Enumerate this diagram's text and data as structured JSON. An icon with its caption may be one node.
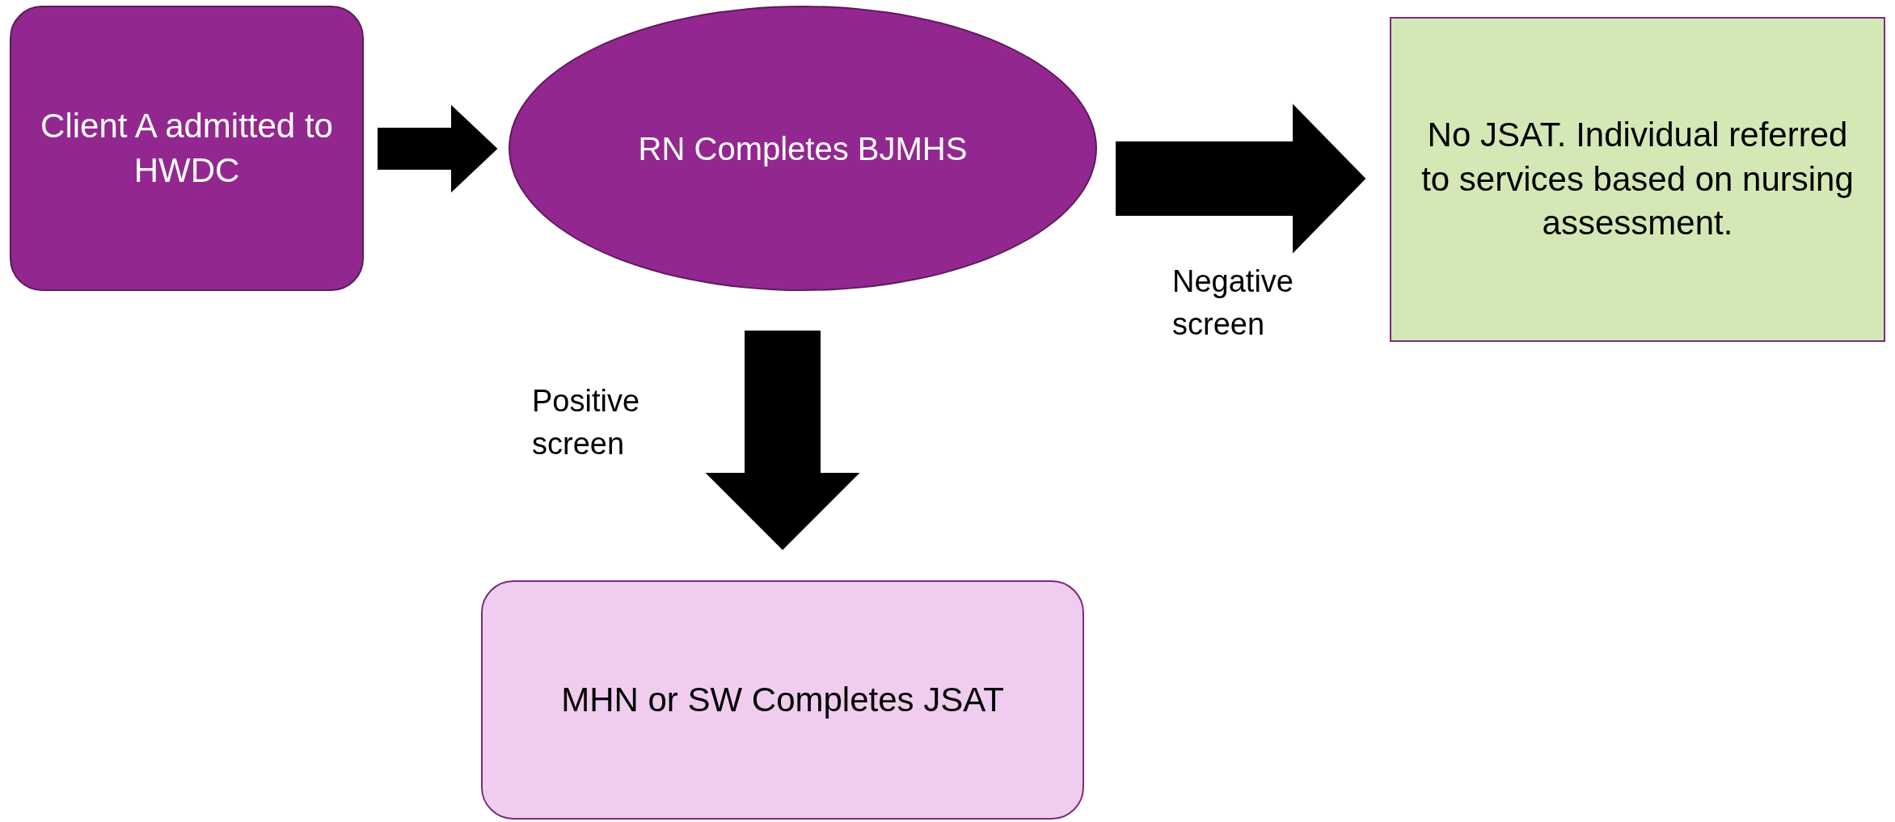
{
  "diagram": {
    "nodes": [
      {
        "text": [
          "Client A admitted to HWDC"
        ]
      },
      {
        "text": [
          "RN Completes BJMHS"
        ]
      },
      {
        "text": [
          "No JSAT.  Individual referred to services based on nursing assessment."
        ]
      },
      {
        "text": [
          "MHN or SW Completes JSAT"
        ]
      }
    ],
    "edges": [
      {
        "from": 0,
        "to": 1,
        "arrow": "to"
      },
      {
        "from": 1,
        "to": 2,
        "arrow": "to",
        "label": "Negative screen"
      },
      {
        "from": 1,
        "to": 3,
        "arrow": "to",
        "label": "Positive screen"
      }
    ]
  }
}
